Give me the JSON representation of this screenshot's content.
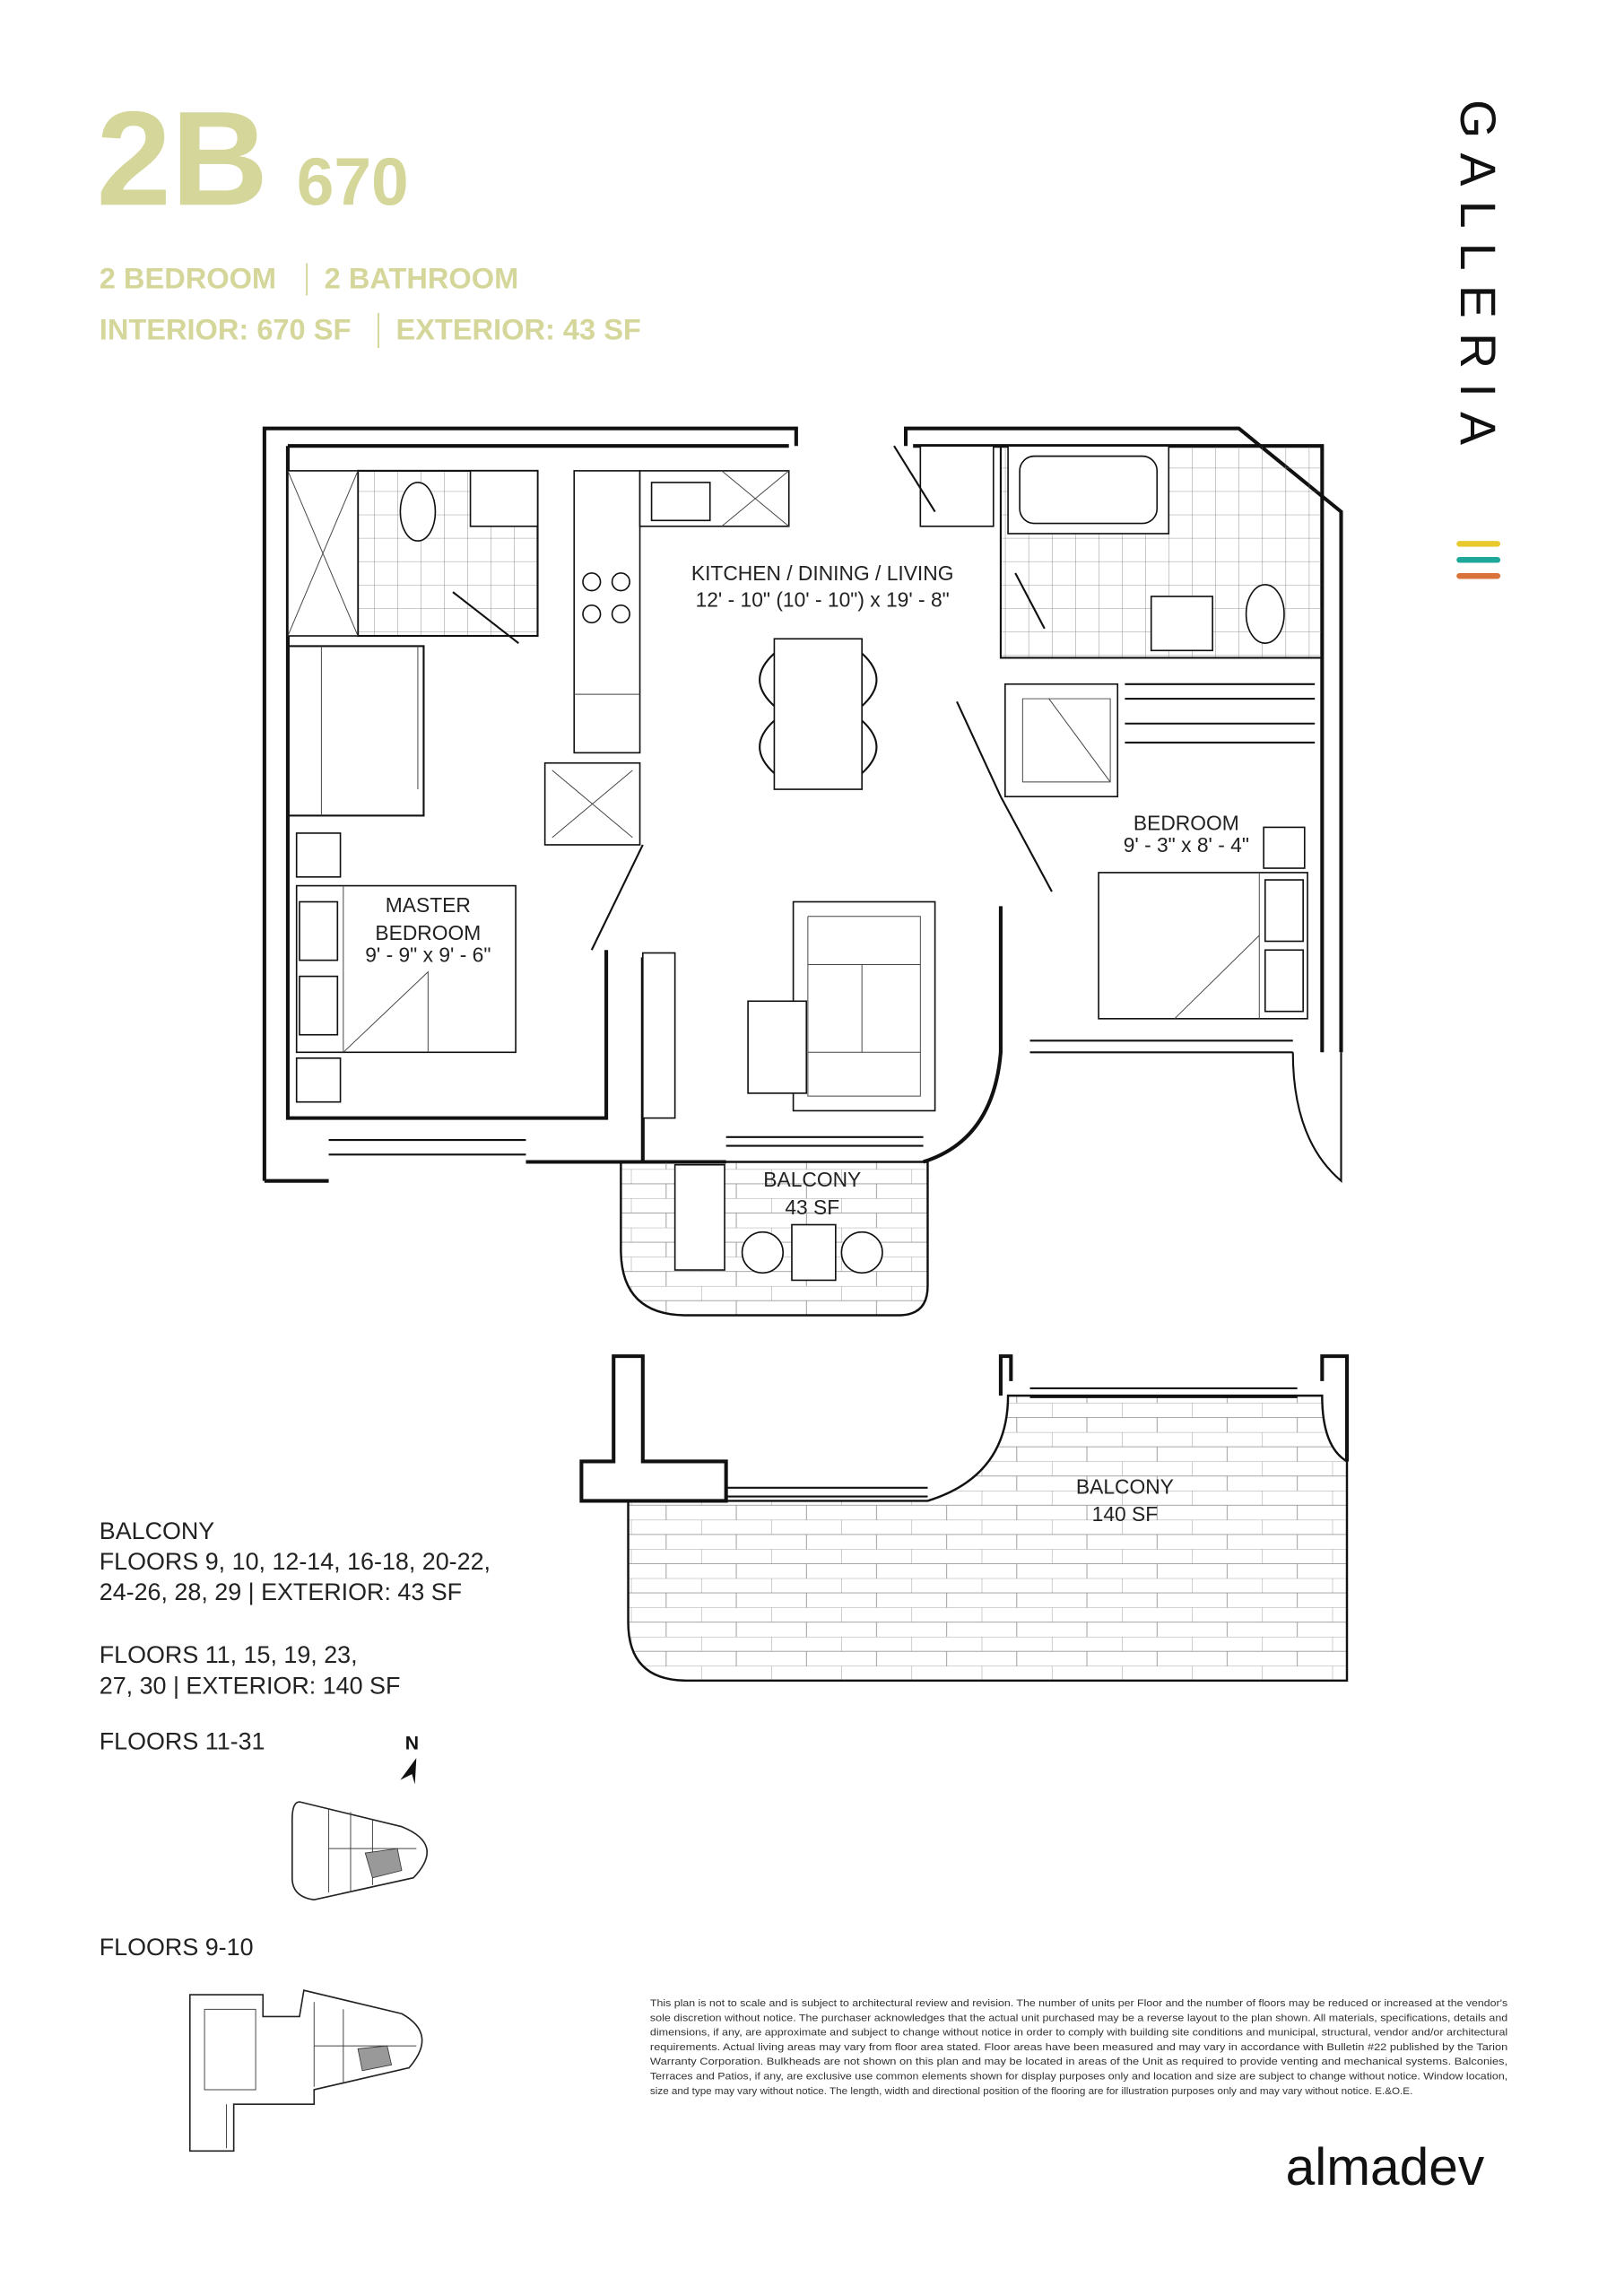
{
  "header": {
    "unit": "2B",
    "area": "670",
    "rooms_line": {
      "bedrooms": "2 BEDROOM",
      "bathrooms": "2 BATHROOM"
    },
    "size_line": {
      "interior": "INTERIOR: 670 SF",
      "exterior": "EXTERIOR: 43 SF"
    }
  },
  "brand": {
    "name": "GALLERIA",
    "stripe_colors": [
      "#e8c92e",
      "#1ea89a",
      "#d9733a"
    ],
    "accent_color": "#d4d69a",
    "developer": "almadev"
  },
  "plan": {
    "kitchen": {
      "name": "KITCHEN / DINING / LIVING",
      "dims": "12' - 10\" (10' - 10\") x 19' - 8\""
    },
    "master": {
      "name1": "MASTER",
      "name2": "BEDROOM",
      "dims": "9' - 9\" x 9' - 6\""
    },
    "bedroom": {
      "name": "BEDROOM",
      "dims": "9' - 3\" x 8' - 4\""
    },
    "balcony_small": {
      "name": "BALCONY",
      "area": "43 SF"
    },
    "balcony_large": {
      "name": "BALCONY",
      "area": "140 SF"
    }
  },
  "notes": {
    "balcony_title": "BALCONY",
    "group1_line1": "FLOORS 9, 10, 12-14, 16-18, 20-22,",
    "group1_line2": "24-26, 28, 29 | EXTERIOR: 43 SF",
    "group2_line1": "FLOORS 11, 15, 19, 23,",
    "group2_line2": "27, 30 | EXTERIOR: 140 SF",
    "keyplan1_label": "FLOORS 11-31",
    "keyplan2_label": "FLOORS 9-10",
    "north": "N"
  },
  "disclaimer": [
    "This plan is not to scale and is subject to architectural review and revision. The number of units per Floor and the number of floors may be reduced or increased at the vendor's",
    "sole discretion without notice. The purchaser acknowledges that the actual unit purchased may be a reverse layout to the plan shown. All materials, specifications, details and",
    "dimensions, if any, are approximate and subject to change without notice in order to comply with building site conditions and municipal, structural, vendor and/or architectural",
    "requirements. Actual living areas may vary from floor area stated. Floor areas have been measured and may vary in accordance with Bulletin #22 published by the Tarion",
    "Warranty Corporation. Bulkheads are not shown on this plan and may be located in areas of the Unit as required to provide venting and mechanical systems. Balconies,",
    "Terraces and Patios, if any, are exclusive use common elements shown for display purposes only and location and size are subject to change without notice. Window location,",
    "size and type may vary without notice. The length, width and directional position of the flooring are for illustration purposes only and may vary without notice. E.&O.E."
  ]
}
